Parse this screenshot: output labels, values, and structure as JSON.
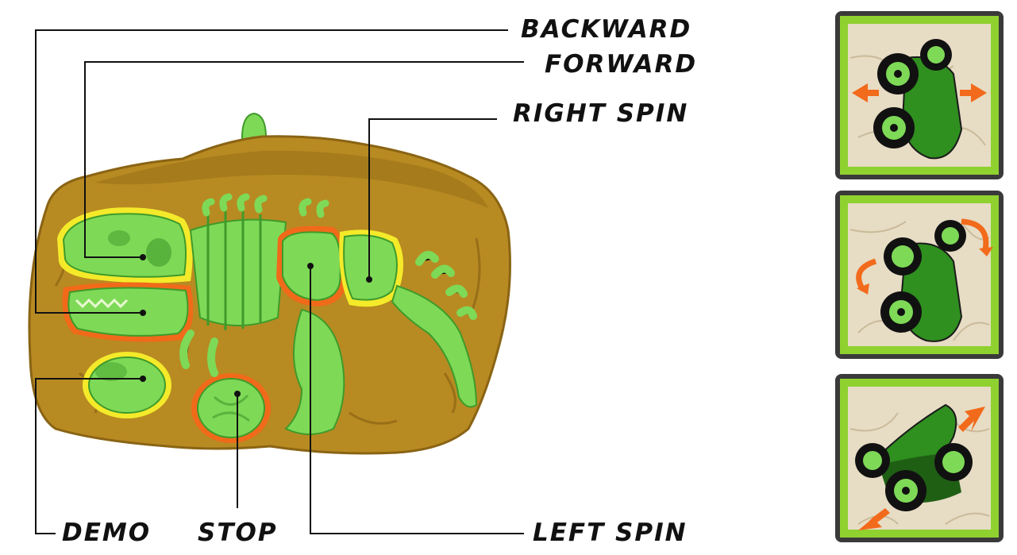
{
  "colors": {
    "body_gold": "#b88a22",
    "body_gold_dark": "#8a6414",
    "bone_green": "#7ed957",
    "bone_green_dark": "#3f9a2a",
    "yellow_glow": "#f4ea2a",
    "orange_glow": "#f06a1a",
    "panel_frame": "#3a3a3a",
    "panel_green": "#8fd12f",
    "panel_bg": "#e7dcc4",
    "arrow_orange": "#f26a1b",
    "leader_line": "#111111"
  },
  "labels": {
    "backward": "BACKWARD",
    "forward": "FORWARD",
    "right_spin": "RIGHT SPIN",
    "demo": "DEMO",
    "stop": "STOP",
    "left_spin": "LEFT SPIN"
  },
  "panels": [
    {
      "icon": "car-sideways-arrows-icon",
      "motion": "left-right"
    },
    {
      "icon": "car-spin-arrows-icon",
      "motion": "rotate"
    },
    {
      "icon": "car-diagonal-arrows-icon",
      "motion": "forward-backward"
    }
  ]
}
